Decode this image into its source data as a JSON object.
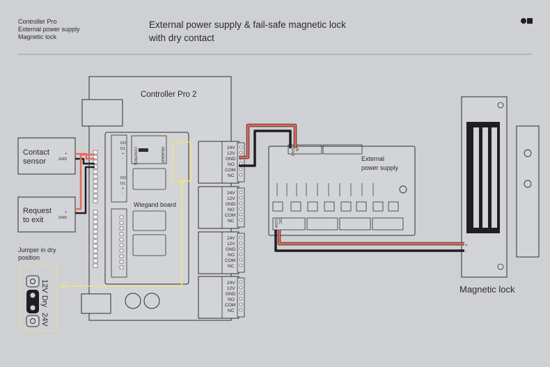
{
  "header": {
    "line1": "Controller Pro",
    "line2": "External power supply",
    "line3": "Magnetic lock",
    "title_line1": "External power supply & fail-safe magnetic lock",
    "title_line2": "with dry contact",
    "logo_icon": "brand-logo-icon"
  },
  "controller": {
    "title": "Controller Pro 2",
    "board_label": "Wiegand board",
    "tag_control": "CONTROL",
    "tag_reader": "READER",
    "do_label": "DO",
    "d1_label": "D1",
    "plus_label": "+",
    "minus_label": "-",
    "terminal_labels": [
      "24V",
      "12V",
      "GND",
      "NO",
      "COM",
      "NC"
    ]
  },
  "contact_sensor": {
    "line1": "Contact",
    "line2": "sensor",
    "plus": "+",
    "gnd": "GND"
  },
  "request_to_exit": {
    "line1": "Request",
    "line2": "to exit",
    "plus": "+",
    "gnd": "GND"
  },
  "jumper": {
    "caption1": "Jumper in dry",
    "caption2": "position",
    "label_12v": "12V",
    "label_dry": "Dry",
    "label_24v": "24V"
  },
  "power_supply": {
    "line1": "External",
    "line2": "power supply",
    "tag_in": "IN",
    "tag_gnd": "GND",
    "tag_com": "COM",
    "tag_dc": "DC"
  },
  "maglock": {
    "label": "Magnetic lock",
    "plus": "+",
    "minus": "-"
  },
  "colors": {
    "background": "#cfd0d3",
    "outline": "#2e2e30",
    "wire_red": "#e8685a",
    "wire_black": "#1f1f21",
    "wire_yellow": "#f2e27a"
  }
}
